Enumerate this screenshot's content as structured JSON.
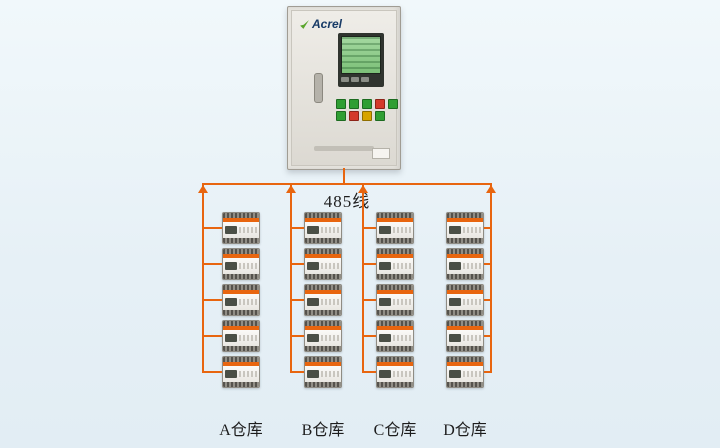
{
  "colors": {
    "accent": "#e8650f",
    "brand-blue": "#173a66",
    "leaf-green": "#5aa52c",
    "lcd-green": "#8fcf8b"
  },
  "cabinet": {
    "brand": "Acrel"
  },
  "bus": {
    "label": "485线"
  },
  "devices_per_column": 5,
  "columns": [
    {
      "label": "A仓库"
    },
    {
      "label": "B仓库"
    },
    {
      "label": "C仓库"
    },
    {
      "label": "D仓库"
    }
  ]
}
